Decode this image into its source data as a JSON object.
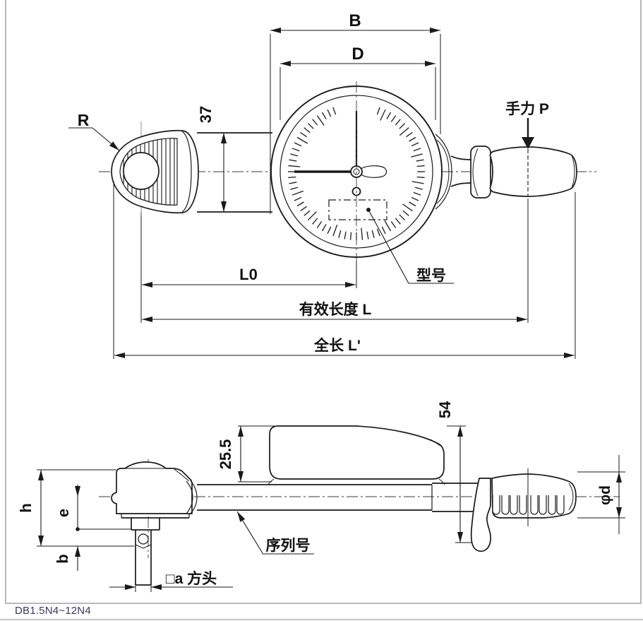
{
  "drawing": {
    "top_view": {
      "dim_B": "B",
      "dim_D": "D",
      "radius_label": "R",
      "dim_37": "37",
      "hand_force_label": "手力 P",
      "dim_L0": "L0",
      "model_pointer_label": "型号",
      "effective_length_label": "有效长度 L",
      "overall_length_label": "全长 L'"
    },
    "side_view": {
      "dim_25_5": "25.5",
      "dim_54": "54",
      "dim_h": "h",
      "dim_e": "e",
      "dim_b": "b",
      "dim_phi_d": "φd",
      "serial_pointer_label": "序列号",
      "square_drive_label": "□a 方头"
    }
  },
  "footer": {
    "model_range": "DB1.5N4~12N4"
  }
}
